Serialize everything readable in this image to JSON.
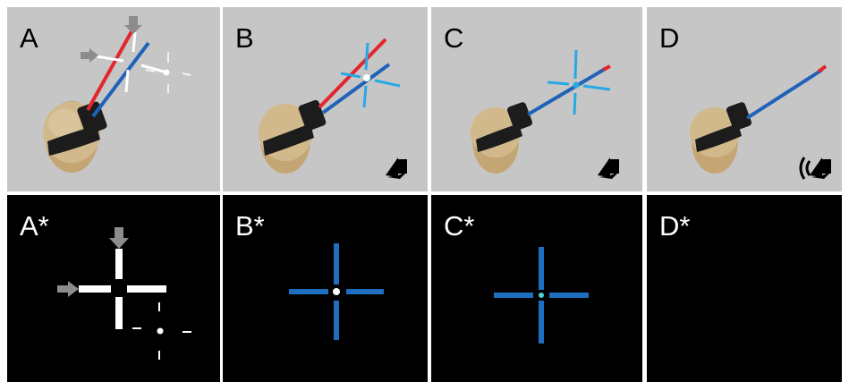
{
  "colors": {
    "top_background": "#c6c6c6",
    "bottom_background": "#000000",
    "ray_red": "#e3262d",
    "ray_blue": "#1f62b8",
    "cross_white": "#ffffff",
    "cross_light_blue": "#27a9e6",
    "cross_dark_blue": "#1f6fc0",
    "arrow_grey": "#8c8c8c",
    "head": "#c9ad7f",
    "headset": "#1c1c1c"
  },
  "panels": {
    "A": {
      "label": "A"
    },
    "B": {
      "label": "B",
      "icon": "speaker-icon"
    },
    "C": {
      "label": "C",
      "icon": "speaker-icon"
    },
    "D": {
      "label": "D",
      "icon": "speaker-sound-waves-icon"
    },
    "A2": {
      "label": "A*"
    },
    "B2": {
      "label": "B*"
    },
    "C2": {
      "label": "C*"
    },
    "D2": {
      "label": "D*"
    }
  }
}
